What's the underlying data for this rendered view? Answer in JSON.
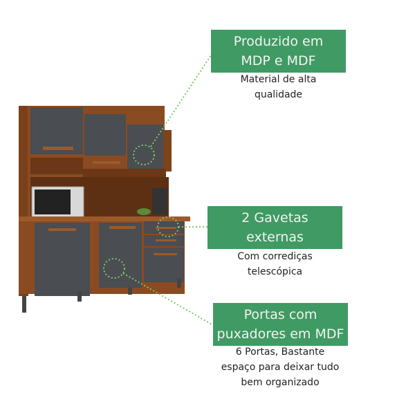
{
  "callouts": [
    {
      "title_lines": [
        "Produzido em",
        "MDP e MDF"
      ],
      "desc_lines": [
        "Material de alta",
        "qualidade"
      ]
    },
    {
      "title_lines": [
        "2 Gavetas",
        "externas"
      ],
      "desc_lines": [
        "Com corrediças",
        "telescópica"
      ]
    },
    {
      "title_lines": [
        "Portas com",
        "puxadores em MDF"
      ],
      "desc_lines": [
        "6 Portas, Bastante",
        "espaço para deixar tudo",
        "bem organizado"
      ]
    }
  ],
  "colors": {
    "accent": "#3f9a64",
    "wood": "#8a4b22",
    "door": "#4a4d51"
  }
}
